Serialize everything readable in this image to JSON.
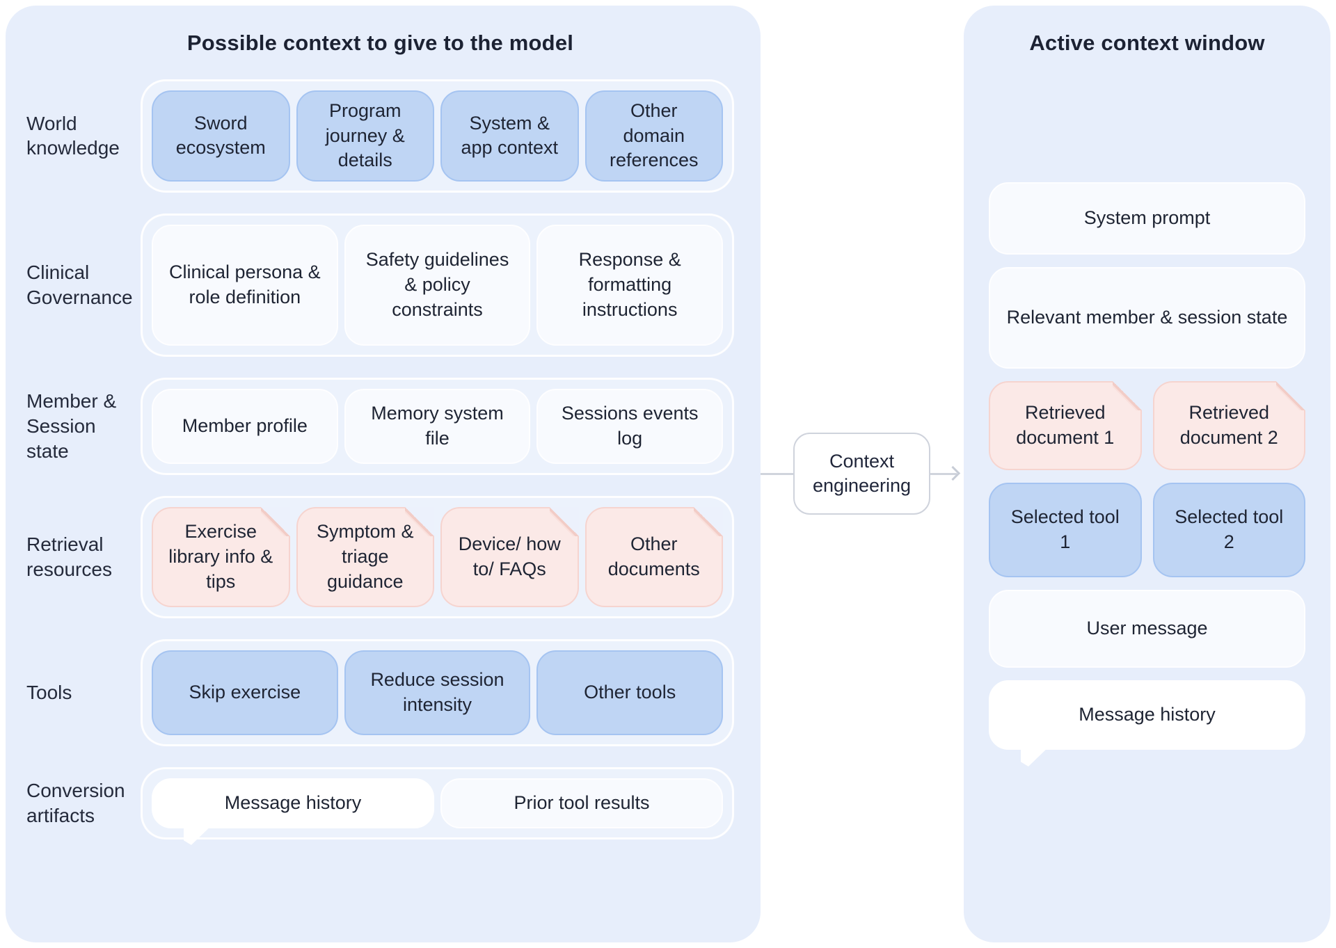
{
  "left_panel": {
    "title": "Possible context to give to the model",
    "rows": [
      {
        "label": "World knowledge",
        "chips": [
          "Sword ecosystem",
          "Program journey & details",
          "System & app context",
          "Other domain references"
        ]
      },
      {
        "label": "Clinical Governance",
        "chips": [
          "Clinical persona & role definition",
          "Safety guidelines & policy constraints",
          "Response & formatting instructions"
        ]
      },
      {
        "label": "Member & Session state",
        "chips": [
          "Member profile",
          "Memory system file",
          "Sessions events log"
        ]
      },
      {
        "label": "Retrieval resources",
        "chips": [
          "Exercise library info & tips",
          "Symptom & triage guidance",
          "Device/ how to/ FAQs",
          "Other documents"
        ]
      },
      {
        "label": "Tools",
        "chips": [
          "Skip exercise",
          "Reduce session intensity",
          "Other tools"
        ]
      },
      {
        "label": "Conversion artifacts",
        "chips": [
          "Message history",
          "Prior tool results"
        ]
      }
    ]
  },
  "connector": {
    "label": "Context engineering"
  },
  "right_panel": {
    "title": "Active context window",
    "items": {
      "system_prompt": "System prompt",
      "member_state": "Relevant member & session state",
      "retrieved_doc_1": "Retrieved document 1",
      "retrieved_doc_2": "Retrieved document 2",
      "selected_tool_1": "Selected tool 1",
      "selected_tool_2": "Selected tool 2",
      "user_message": "User message",
      "message_history": "Message history"
    }
  },
  "colors": {
    "panel_bg": "#E7EEFB",
    "blue_chip_fill": "#BFD5F4",
    "blue_chip_border": "#A5C4F1",
    "light_chip_fill": "#F8FAFE",
    "pink_chip_fill": "#FBE9E7",
    "pink_chip_border": "#F6D4CF",
    "bubble_fill": "#FFFFFF",
    "connector_gray": "#D0D4DD",
    "text": "#20263A"
  }
}
